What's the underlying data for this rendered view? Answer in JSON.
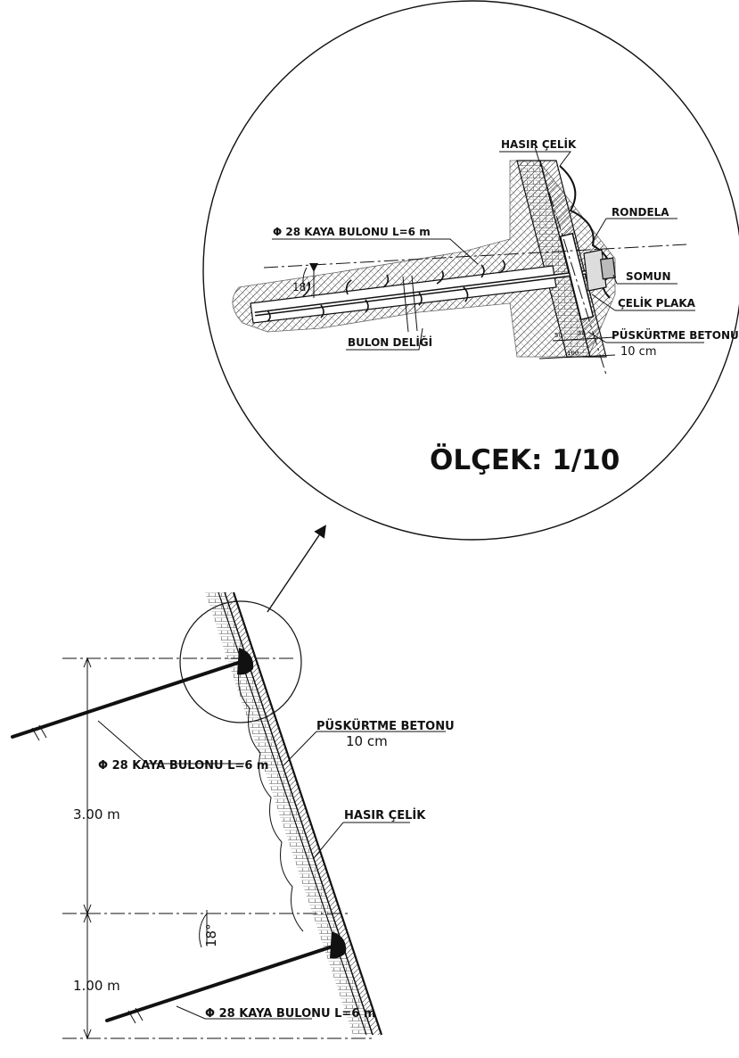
{
  "detail": {
    "mesh_label": "HASIR ÇELİK",
    "washer_label": "RONDELA",
    "bolt_label": "Φ 28 KAYA BULONU L=6 m",
    "nut_label": "SOMUN",
    "plate_label": "ÇELİK PLAKA",
    "shotcrete_label": "PÜSKÜRTME BETONU",
    "shotcrete_thickness": "10 cm",
    "hole_label": "BULON DELİĞİ",
    "angle_label": "18°",
    "dim_a": "50",
    "dim_b": "50",
    "dim_c": "100",
    "scale_label": "ÖLÇEK: 1/10"
  },
  "section": {
    "bolt_label_top": "Φ 28 KAYA BULONU L=6 m",
    "shotcrete_label": "PÜSKÜRTME BETONU",
    "shotcrete_thickness": "10 cm",
    "mesh_label": "HASIR ÇELİK",
    "spacing_label": "3.00 m",
    "bottom_spacing_label": "1.00 m",
    "angle_label": "18°",
    "bolt_label_bottom": "Φ 28 KAYA BULONU L=6 m"
  }
}
